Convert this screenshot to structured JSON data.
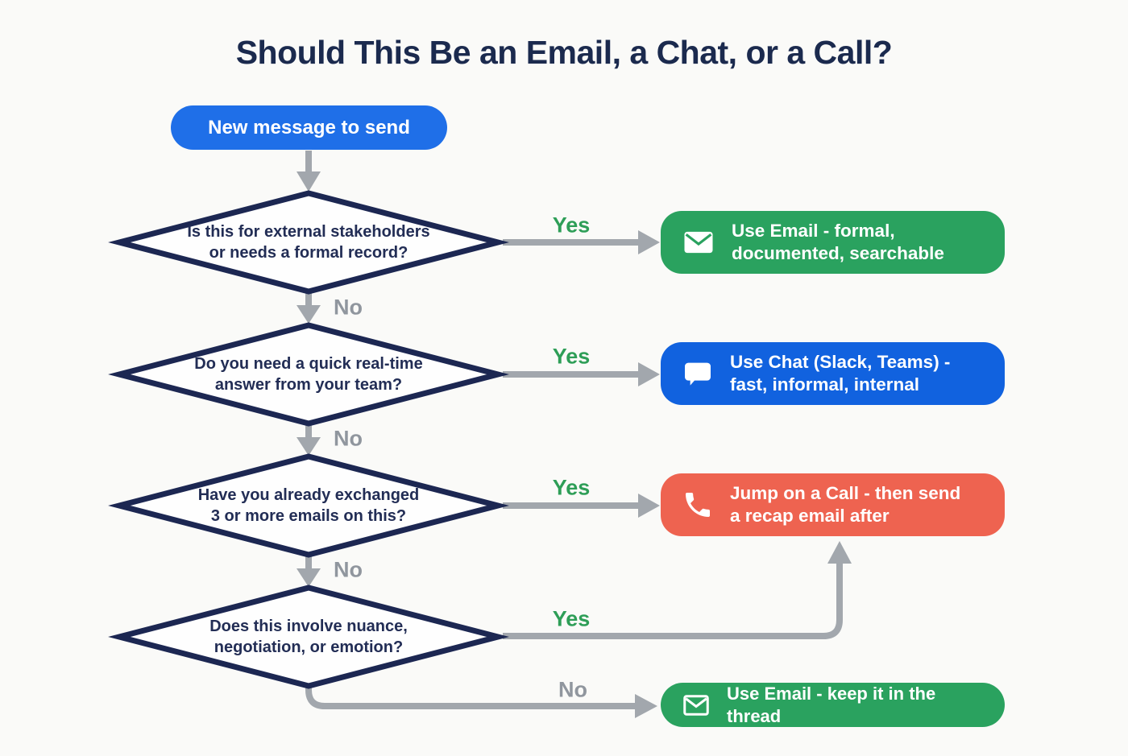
{
  "title": "Should This Be an Email, a Chat, or a Call?",
  "start_node": {
    "label": "New message to send"
  },
  "decisions": [
    {
      "question_line1": "Is this for external stakeholders",
      "question_line2": "or needs a formal record?",
      "yes": "Yes",
      "no": "No"
    },
    {
      "question_line1": "Do you need a quick real-time",
      "question_line2": "answer from your team?",
      "yes": "Yes",
      "no": "No"
    },
    {
      "question_line1": "Have you already exchanged",
      "question_line2": "3 or more emails on this?",
      "yes": "Yes",
      "no": "No"
    },
    {
      "question_line1": "Does this involve nuance,",
      "question_line2": "negotiation, or emotion?",
      "yes": "Yes",
      "no": "No"
    }
  ],
  "outcomes": [
    {
      "icon": "mail-icon",
      "line1": "Use Email - formal,",
      "line2": "documented, searchable",
      "color": "#2aa25f"
    },
    {
      "icon": "chat-icon",
      "line1": "Use Chat (Slack, Teams) -",
      "line2": "fast, informal, internal",
      "color": "#1162df"
    },
    {
      "icon": "phone-icon",
      "line1": "Jump on a Call - then send",
      "line2": "a recap email after",
      "color": "#ee6350"
    },
    {
      "icon": "mail-outline-icon",
      "line1": "Use Email - keep it in the thread",
      "line2": "",
      "color": "#2aa25f"
    }
  ],
  "colors": {
    "background": "#fafaf8",
    "title_navy": "#1b2a4e",
    "diamond_border_navy": "#1c2752",
    "arrow_gray": "#a2a7ad",
    "yes_green": "#2e9e57",
    "no_gray": "#90969e",
    "start_blue": "#1f6fe8",
    "chat_blue": "#1162df",
    "email_green": "#2aa25f",
    "call_orange": "#ee6350"
  }
}
